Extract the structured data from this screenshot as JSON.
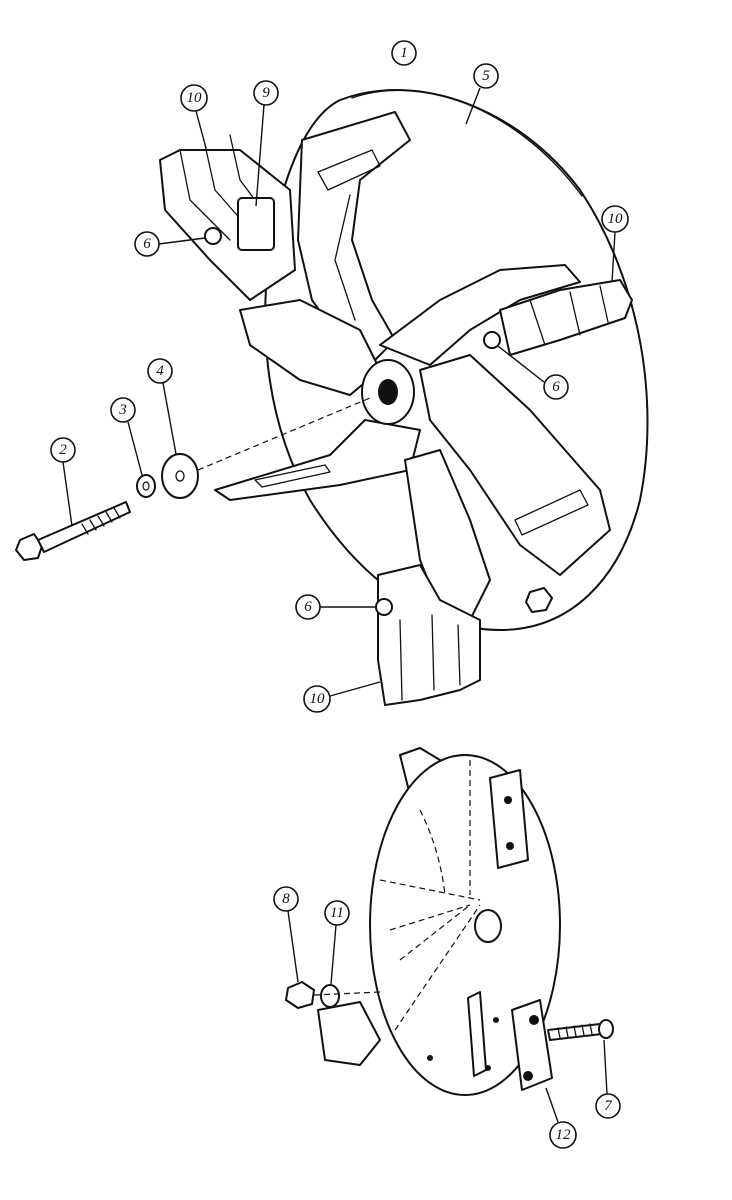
{
  "callouts": [
    {
      "id": "c1",
      "label": "1"
    },
    {
      "id": "c2",
      "label": "2"
    },
    {
      "id": "c3",
      "label": "3"
    },
    {
      "id": "c4",
      "label": "4"
    },
    {
      "id": "c5",
      "label": "5"
    },
    {
      "id": "c6a",
      "label": "6"
    },
    {
      "id": "c6b",
      "label": "6"
    },
    {
      "id": "c6c",
      "label": "6"
    },
    {
      "id": "c7",
      "label": "7"
    },
    {
      "id": "c8",
      "label": "8"
    },
    {
      "id": "c9",
      "label": "9"
    },
    {
      "id": "c10a",
      "label": "10"
    },
    {
      "id": "c10b",
      "label": "10"
    },
    {
      "id": "c10c",
      "label": "10"
    },
    {
      "id": "c11",
      "label": "11"
    },
    {
      "id": "c12",
      "label": "12"
    }
  ]
}
